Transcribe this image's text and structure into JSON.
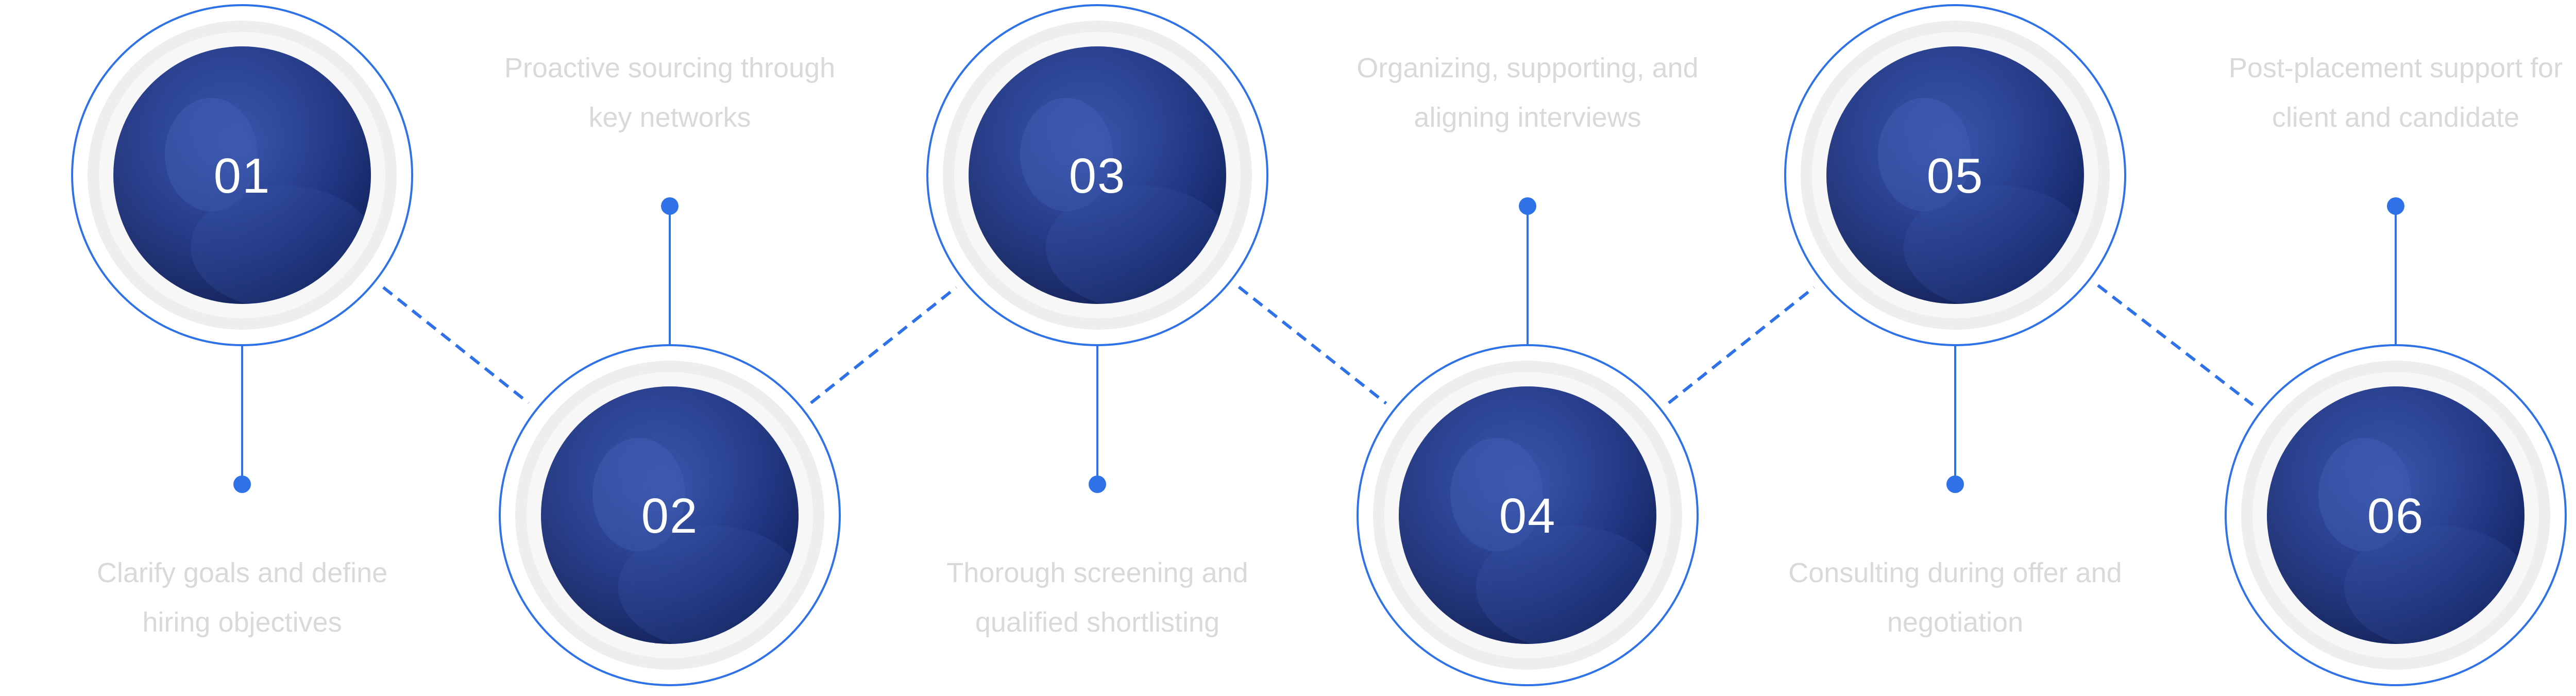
{
  "colors": {
    "accent": "#2f72e8",
    "ring_gray": "#eeeeee",
    "circle_dark": "#0b1f66",
    "circle_mid": "#1d3a9c",
    "text_light": "#d9d9d9",
    "number_text": "#ffffff"
  },
  "steps": [
    {
      "number": "01",
      "lines": [
        "Clarify goals and define",
        "hiring objectives"
      ],
      "photo": "person-with-phone-photo"
    },
    {
      "number": "02",
      "lines": [
        "Proactive sourcing through",
        "key networks"
      ],
      "photo": "woman-at-desk-photo"
    },
    {
      "number": "03",
      "lines": [
        "Thorough screening and",
        "qualified shortlisting"
      ],
      "photo": "team-meeting-photo"
    },
    {
      "number": "04",
      "lines": [
        "Organizing, supporting, and",
        "aligning interviews"
      ],
      "photo": "interview-photo"
    },
    {
      "number": "05",
      "lines": [
        "Consulting during offer and",
        "negotiation"
      ],
      "photo": "handshake-photo"
    },
    {
      "number": "06",
      "lines": [
        "Post-placement support for",
        "client and candidate"
      ],
      "photo": "laptop-support-photo"
    }
  ]
}
